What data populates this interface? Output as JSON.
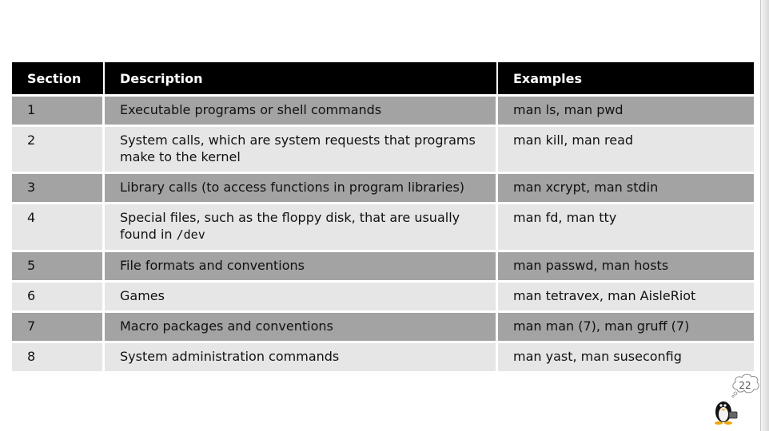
{
  "table": {
    "headers": [
      "Section",
      "Description",
      "Examples"
    ],
    "rows": [
      {
        "section": "1",
        "description": "Executable programs or shell commands",
        "examples": "man ls, man pwd"
      },
      {
        "section": "2",
        "description_line1": "System calls, which are system requests that programs",
        "description_line2": "make to the kernel",
        "examples": "man kill, man read"
      },
      {
        "section": "3",
        "description": "Library calls (to access functions in program libraries)",
        "examples": "man xcrypt, man stdin"
      },
      {
        "section": "4",
        "description_line1": "Special files, such as the floppy disk, that are usually",
        "description_line2_prefix": "found in ",
        "description_line2_code": "/dev",
        "examples": "man fd, man tty"
      },
      {
        "section": "5",
        "description": "File formats and conventions",
        "examples": "man passwd, man hosts"
      },
      {
        "section": "6",
        "description": "Games",
        "examples": "man tetravex, man AisleRiot"
      },
      {
        "section": "7",
        "description": "Macro packages and conventions",
        "examples": "man man (7), man gruff (7)"
      },
      {
        "section": "8",
        "description": "System administration commands",
        "examples": "man yast, man suseconfig"
      }
    ]
  },
  "slide": {
    "page_number": "22"
  },
  "icons": {
    "mascot": "penguin-icon",
    "page_bubble": "thought-cloud-icon"
  }
}
